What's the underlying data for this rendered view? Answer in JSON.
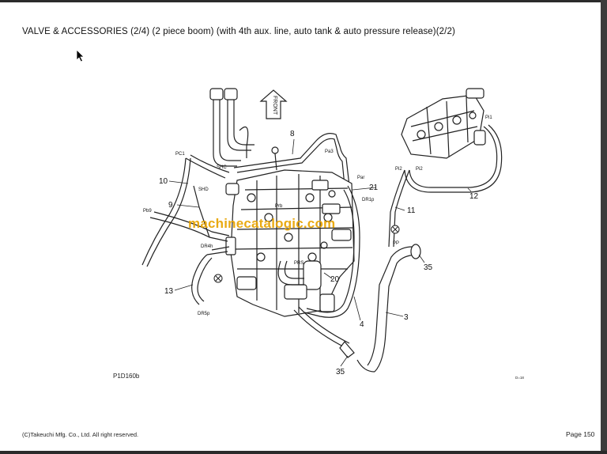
{
  "page_title": "VALVE & ACCESSORIES (2/4) (2 piece boom) (with 4th aux. line, auto tank & auto pressure release)(2/2)",
  "diagram": {
    "drawing_id": "P1D160b",
    "tiny_code": "D=18",
    "front_label": "FRONT",
    "watermark": "machinecatalogic.com",
    "callouts": [
      "3",
      "4",
      "8",
      "9",
      "10",
      "11",
      "12",
      "13",
      "20",
      "21",
      "35",
      "35"
    ],
    "port_labels": [
      "PC1",
      "SHC",
      "SHD",
      "Pb9",
      "DR4h",
      "DR5p",
      "Pa3",
      "Par",
      "DR1p",
      "Prb",
      "PRS",
      "PP",
      "Pi1",
      "Pi2",
      "Pi2"
    ]
  },
  "footer": {
    "copyright": "(C)Takeuchi Mfg. Co., Ltd. All right reserved.",
    "page": "Page 150"
  }
}
